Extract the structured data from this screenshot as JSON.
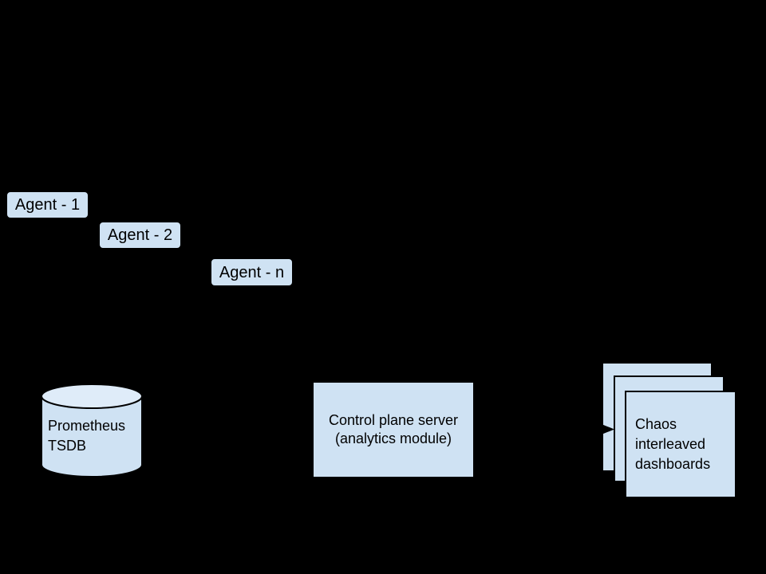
{
  "diagram": {
    "type": "architecture-diagram",
    "colors": {
      "background": "#000000",
      "node_fill": "#cfe2f3",
      "cylinder_top_fill": "#dfecf9",
      "outline": "#000000",
      "text": "#000000",
      "arrow": "#000000"
    },
    "agents": [
      {
        "label": "Agent - 1"
      },
      {
        "label": "Agent - 2"
      },
      {
        "label": "Agent - n"
      }
    ],
    "database": {
      "shape": "cylinder",
      "label": "Prometheus\nTSDB"
    },
    "control_plane": {
      "shape": "rectangle",
      "label": "Control plane server\n(analytics module)"
    },
    "dashboards": {
      "shape": "stacked-cards",
      "stack_count": 3,
      "label": "Chaos\ninterleaved\ndashboards"
    },
    "connections": [
      {
        "from": "control_plane",
        "to": "dashboards",
        "style": "arrow-right"
      }
    ]
  }
}
